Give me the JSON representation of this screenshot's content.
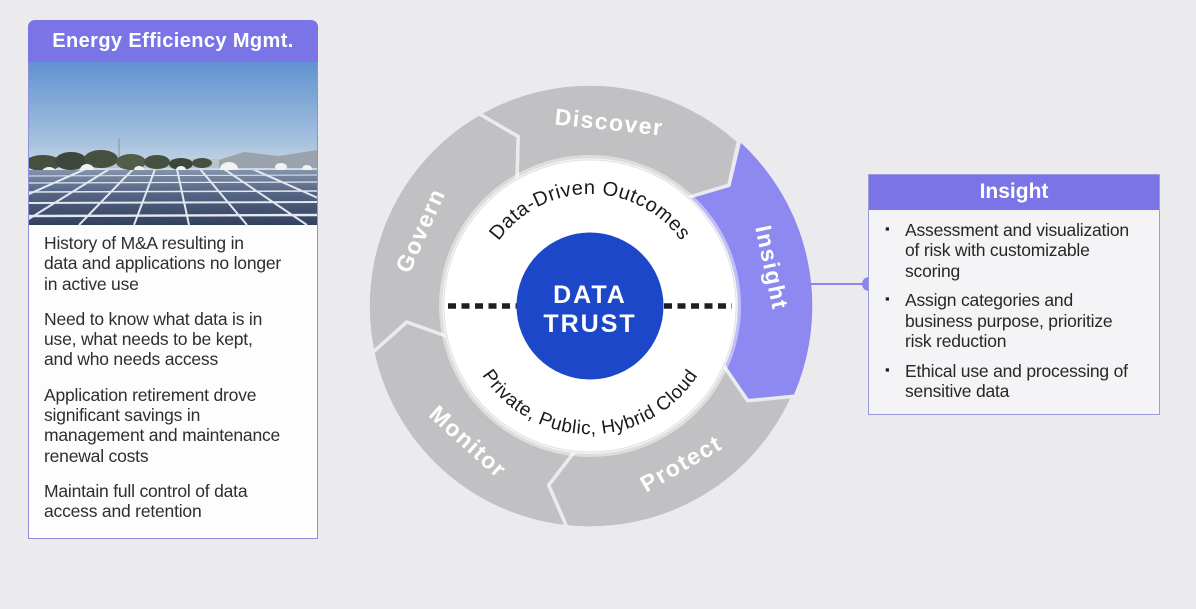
{
  "left_panel": {
    "title": "Energy Efficiency Mgmt.",
    "image": "solar-panel-field-photo",
    "paragraphs": [
      "History of M&A resulting in\ndata and applications no longer\nin active use",
      "Need to know what data is in\nuse, what needs to be kept,\nand who needs access",
      "Application retirement drove\nsignificant savings in\nmanagement and maintenance\nrenewal costs",
      "Maintain full control of data\naccess and retention"
    ]
  },
  "diagram": {
    "center": {
      "line1": "DATA",
      "line2": "TRUST"
    },
    "inner_top_arc": "Data-Driven Outcomes",
    "inner_bottom_arc": "Private, Public, Hybrid Cloud",
    "segments": [
      {
        "label": "Discover",
        "highlighted": false
      },
      {
        "label": "Insight",
        "highlighted": true
      },
      {
        "label": "Protect",
        "highlighted": false
      },
      {
        "label": "Monitor",
        "highlighted": false
      },
      {
        "label": "Govern",
        "highlighted": false
      }
    ]
  },
  "right_panel": {
    "title": "Insight",
    "bullet_marker": "▪",
    "bullets": [
      "Assessment and visualization\nof  risk with customizable\nscoring",
      "Assign categories and\nbusiness purpose, prioritize\nrisk reduction",
      "Ethical use and processing of\nsensitive data"
    ]
  },
  "colors": {
    "accent_purple": "#7a74e6",
    "highlight_purple": "#8d89f0",
    "ring_gray": "#c1c1c3",
    "center_blue": "#1b47c8",
    "background": "#ebebed"
  }
}
